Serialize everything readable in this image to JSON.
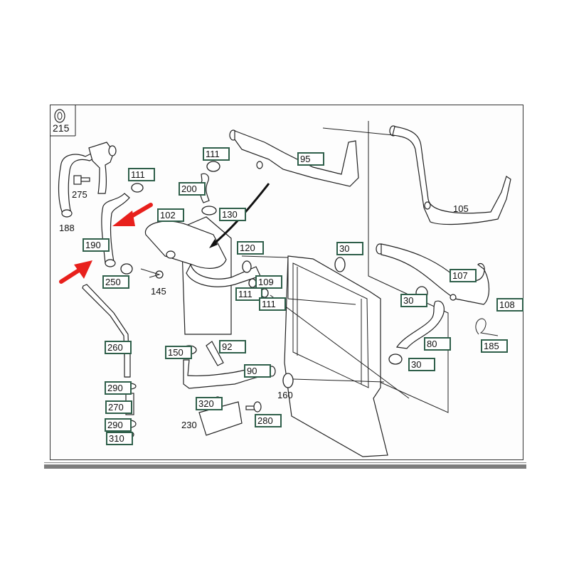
{
  "diagram": {
    "title": "Radiator coolant hose assembly",
    "accent_colors": {
      "label_border": "#2f5f4a",
      "arrow": "#e8201c",
      "frame": "#333333",
      "footer_bar": "#7d7d7d"
    },
    "inset": {
      "part": "215"
    },
    "boxed_labels": [
      {
        "id": "111a",
        "text": "111"
      },
      {
        "id": "111b",
        "text": "111"
      },
      {
        "id": "111c",
        "text": "111"
      },
      {
        "id": "111d",
        "text": "111"
      },
      {
        "id": "190",
        "text": "190"
      },
      {
        "id": "250",
        "text": "250"
      },
      {
        "id": "260",
        "text": "260"
      },
      {
        "id": "290a",
        "text": "290"
      },
      {
        "id": "270",
        "text": "270"
      },
      {
        "id": "290b",
        "text": "290"
      },
      {
        "id": "310",
        "text": "310"
      },
      {
        "id": "200",
        "text": "200"
      },
      {
        "id": "102",
        "text": "102"
      },
      {
        "id": "130",
        "text": "130"
      },
      {
        "id": "95",
        "text": "95"
      },
      {
        "id": "120",
        "text": "120"
      },
      {
        "id": "109",
        "text": "109"
      },
      {
        "id": "30a",
        "text": "30"
      },
      {
        "id": "30b",
        "text": "30"
      },
      {
        "id": "30c",
        "text": "30"
      },
      {
        "id": "107",
        "text": "107"
      },
      {
        "id": "108",
        "text": "108"
      },
      {
        "id": "80",
        "text": "80"
      },
      {
        "id": "185",
        "text": "185"
      },
      {
        "id": "150",
        "text": "150"
      },
      {
        "id": "92",
        "text": "92"
      },
      {
        "id": "90",
        "text": "90"
      },
      {
        "id": "320",
        "text": "320"
      },
      {
        "id": "280",
        "text": "280"
      }
    ],
    "plain_labels": [
      {
        "id": "275",
        "text": "275"
      },
      {
        "id": "188",
        "text": "188"
      },
      {
        "id": "145",
        "text": "145"
      },
      {
        "id": "105",
        "text": "105"
      },
      {
        "id": "160",
        "text": "160"
      },
      {
        "id": "230",
        "text": "230"
      }
    ],
    "highlight_arrows": [
      {
        "points_to": "190",
        "direction": "down-left"
      },
      {
        "points_to": "190",
        "direction": "up-right"
      }
    ]
  }
}
